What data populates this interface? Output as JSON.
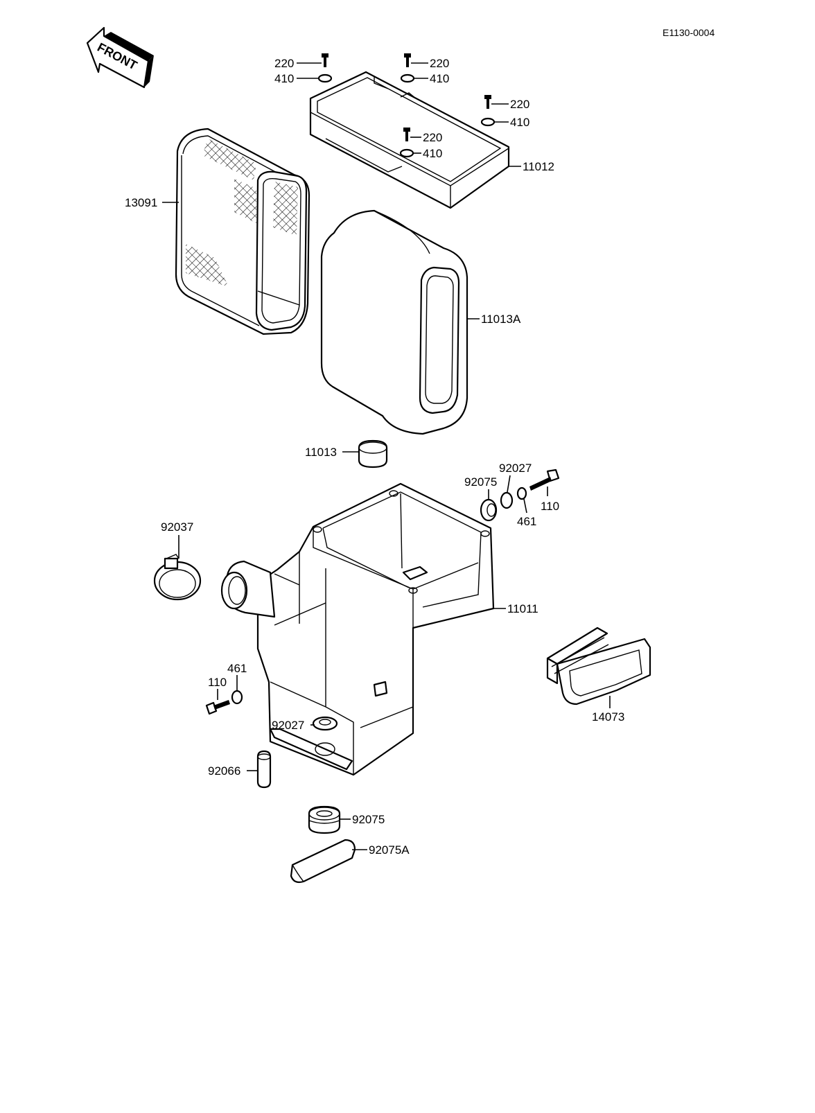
{
  "reference_code": "E1130-0004",
  "front_arrow": {
    "text": "FRONT"
  },
  "callouts": {
    "screw_a": "220",
    "washer_a": "410",
    "screw_b": "220",
    "washer_b": "410",
    "screw_c": "220",
    "washer_c": "410",
    "screw_d": "220",
    "washer_d": "410",
    "cover": "11012",
    "filter_frame": "13091",
    "element": "11013A",
    "cap": "11013",
    "grommet_top": "92075",
    "collar_top": "92027",
    "bolt_top": "110",
    "washer_top": "461",
    "clamp": "92037",
    "housing": "11011",
    "bolt_left": "110",
    "washer_left": "461",
    "collar_bottom": "92027",
    "duct": "14073",
    "tube": "92066",
    "grommet_bottom": "92075",
    "sponge": "92075A"
  }
}
